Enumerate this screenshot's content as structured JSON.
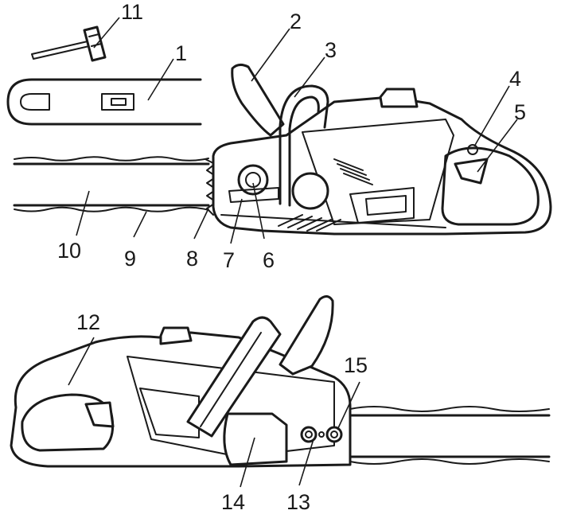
{
  "diagram": {
    "colors": {
      "line": "#1a1a1a",
      "background": "#ffffff"
    },
    "callouts": [
      "1",
      "2",
      "3",
      "4",
      "5",
      "6",
      "7",
      "8",
      "9",
      "10",
      "11",
      "12",
      "13",
      "14",
      "15"
    ]
  }
}
